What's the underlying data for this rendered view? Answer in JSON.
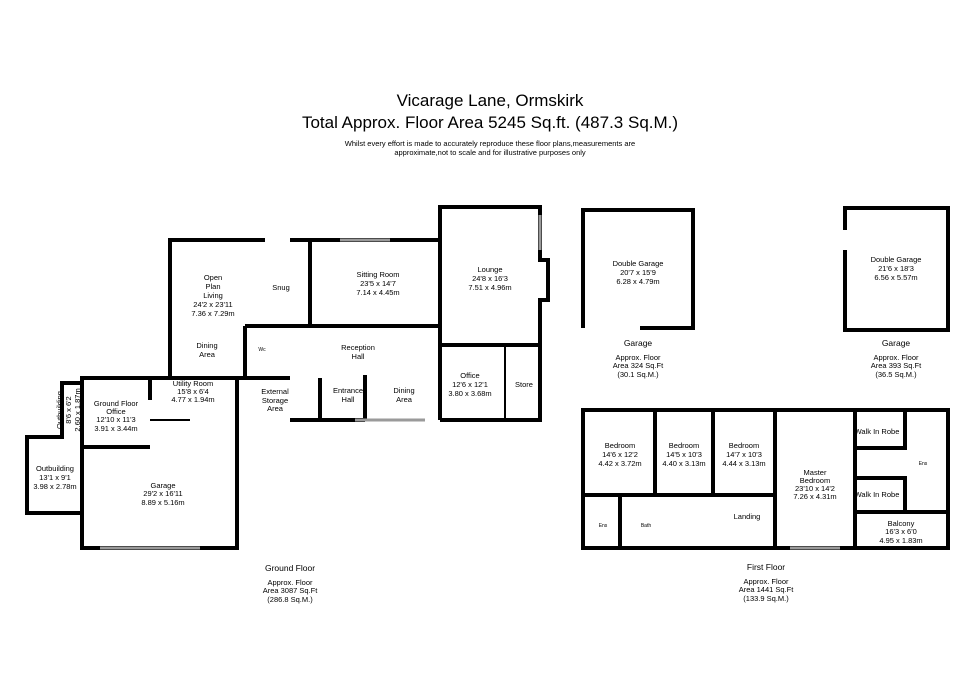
{
  "header": {
    "title": "Vicarage Lane, Ormskirk",
    "subtitle": "Total Approx. Floor Area 5245 Sq.ft. (487.3 Sq.M.)",
    "disclaimer_1": "Whilst every effort is made to accurately reproduce these floor plans,measurements are",
    "disclaimer_2": "approximate,not to scale and for illustrative purposes only"
  },
  "ground_floor": {
    "label": "Ground Floor",
    "area_1": "Approx. Floor",
    "area_2": "Area 3087 Sq.Ft",
    "area_3": "(286.8 Sq.M.)",
    "rooms": {
      "open_plan": [
        "Open",
        "Plan",
        "Living",
        "24'2 x 23'11",
        "7.36 x 7.29m"
      ],
      "snug": [
        "Snug"
      ],
      "sitting": [
        "Sitting Room",
        "23'5 x 14'7",
        "7.14 x 4.45m"
      ],
      "lounge": [
        "Lounge",
        "24'8 x 16'3",
        "7.51 x 4.96m"
      ],
      "dining_left": [
        "Dining",
        "Area"
      ],
      "wc": [
        "Wc"
      ],
      "reception": [
        "Reception",
        "Hall"
      ],
      "office": [
        "Office",
        "12'6 x 12'1",
        "3.80 x 3.68m"
      ],
      "store": [
        "Store"
      ],
      "utility": [
        "Utility Room",
        "15'8 x 6'4",
        "4.77 x 1.94m"
      ],
      "external_storage": [
        "External",
        "Storage",
        "Area"
      ],
      "entrance": [
        "Entrance",
        "Hall"
      ],
      "dining_right": [
        "Dining",
        "Area"
      ],
      "gf_office": [
        "Ground Floor",
        "Office",
        "12'10 x 11'3",
        "3.91 x 3.44m"
      ],
      "outbuilding_small": [
        "Outbuilding",
        "8'6 x 6'2",
        "2.60 x 1.87m"
      ],
      "outbuilding": [
        "Outbuilding",
        "13'1 x 9'1",
        "3.98 x 2.78m"
      ],
      "garage": [
        "Garage",
        "29'2 x 16'11",
        "8.89 x 5.16m"
      ]
    }
  },
  "garage_1": {
    "room": [
      "Double Garage",
      "20'7 x 15'9",
      "6.28 x 4.79m"
    ],
    "label": "Garage",
    "area_1": "Approx. Floor",
    "area_2": "Area 324 Sq.Ft",
    "area_3": "(30.1 Sq.M.)"
  },
  "garage_2": {
    "room": [
      "Double Garage",
      "21'6 x 18'3",
      "6.56 x 5.57m"
    ],
    "label": "Garage",
    "area_1": "Approx. Floor",
    "area_2": "Area 393 Sq.Ft",
    "area_3": "(36.5 Sq.M.)"
  },
  "first_floor": {
    "label": "First Floor",
    "area_1": "Approx. Floor",
    "area_2": "Area 1441 Sq.Ft",
    "area_3": "(133.9 Sq.M.)",
    "rooms": {
      "bed1": [
        "Bedroom",
        "14'6 x 12'2",
        "4.42 x 3.72m"
      ],
      "bed2": [
        "Bedroom",
        "14'5 x 10'3",
        "4.40 x 3.13m"
      ],
      "bed3": [
        "Bedroom",
        "14'7 x 10'3",
        "4.44 x 3.13m"
      ],
      "master": [
        "Master",
        "Bedroom",
        "23'10 x 14'2",
        "7.26 x 4.31m"
      ],
      "robe1": [
        "Walk In Robe"
      ],
      "robe2": [
        "Walk In Robe"
      ],
      "ens_master": [
        "Ens"
      ],
      "balcony": [
        "Balcony",
        "16'3 x 6'0",
        "4.95 x 1.83m"
      ],
      "landing": [
        "Landing"
      ],
      "ens_small": [
        "Ens"
      ],
      "bath": [
        "Bath"
      ]
    }
  }
}
